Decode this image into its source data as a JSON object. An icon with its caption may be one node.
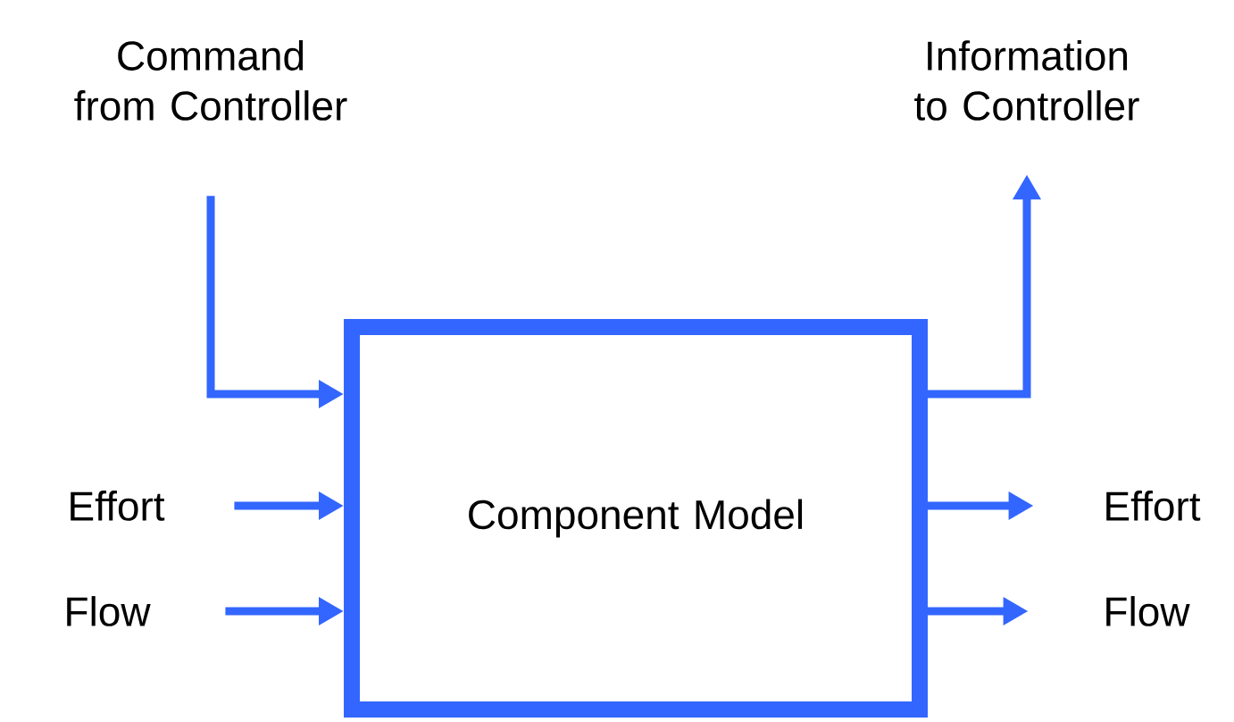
{
  "diagram": {
    "nodes": [
      {
        "text": [
          "Component Model"
        ]
      },
      {
        "text": [
          "Command from Controller"
        ]
      },
      {
        "text": [
          "Information to Controller"
        ]
      },
      {
        "text": [
          "Effort"
        ]
      },
      {
        "text": [
          "Flow"
        ]
      },
      {
        "text": [
          "Effort"
        ]
      },
      {
        "text": [
          "Flow"
        ]
      }
    ],
    "edges": [
      {
        "from": 1,
        "to": 0,
        "arrow": "to"
      },
      {
        "from": 0,
        "to": 2,
        "arrow": "to"
      },
      {
        "from": 3,
        "to": 0,
        "arrow": "to"
      },
      {
        "from": 4,
        "to": 0,
        "arrow": "to"
      },
      {
        "from": 0,
        "to": 5,
        "arrow": "to"
      },
      {
        "from": 0,
        "to": 6,
        "arrow": "to"
      }
    ]
  }
}
